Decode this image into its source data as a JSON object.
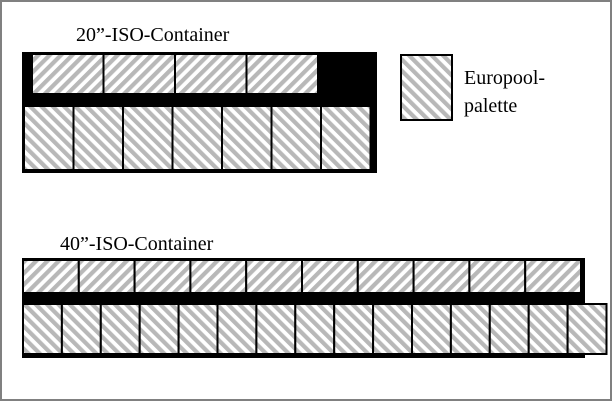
{
  "containers": [
    {
      "label": "20”-ISO-Container",
      "top_row_pallets": 4,
      "bottom_row_pallets": 7
    },
    {
      "label": "40”-ISO-Container",
      "top_row_pallets": 10,
      "bottom_row_pallets": 15
    }
  ],
  "legend": {
    "line1": "Europool-",
    "line2": "palette"
  }
}
